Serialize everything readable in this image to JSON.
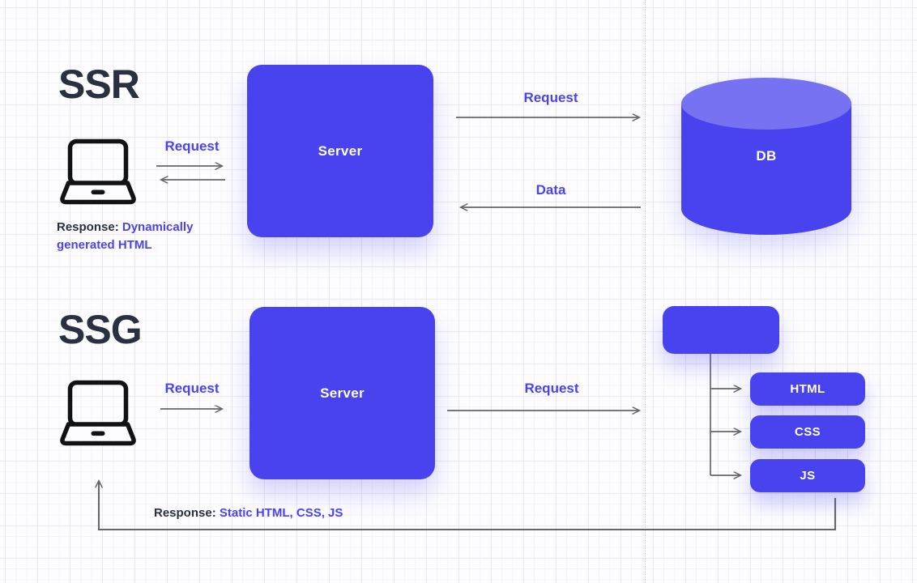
{
  "colors": {
    "accent_blue": "#4843ee",
    "cylinder_top_blue": "#7672f2",
    "dark_text": "#2b3040",
    "arrow_gray": "#63666b",
    "box_text": "#ffffff"
  },
  "ssr": {
    "title": "SSR",
    "client_icon": "laptop-icon",
    "client_request_label": "Request",
    "server_label": "Server",
    "server_request_label": "Request",
    "data_label": "Data",
    "db_label": "DB",
    "response_prefix": "Response:",
    "response_value": "Dynamically generated HTML"
  },
  "ssg": {
    "title": "SSG",
    "client_icon": "laptop-icon",
    "client_request_label": "Request",
    "server_label": "Server",
    "server_request_label": "Request",
    "bundle_icon": "output-bundle-box",
    "files": [
      "HTML",
      "CSS",
      "JS"
    ],
    "response_prefix": "Response:",
    "response_value": "Static HTML, CSS, JS"
  }
}
